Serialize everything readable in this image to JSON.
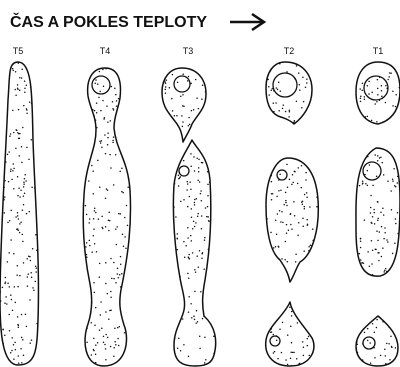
{
  "title": "ČAS A POKLES TEPLOTY",
  "arrow_icon": "right-arrow-icon",
  "ink_color": "#111111",
  "background_color": "#ffffff",
  "columns": [
    {
      "label": "T5"
    },
    {
      "label": "T4"
    },
    {
      "label": "T3"
    },
    {
      "label": "T2"
    },
    {
      "label": "T1"
    }
  ]
}
